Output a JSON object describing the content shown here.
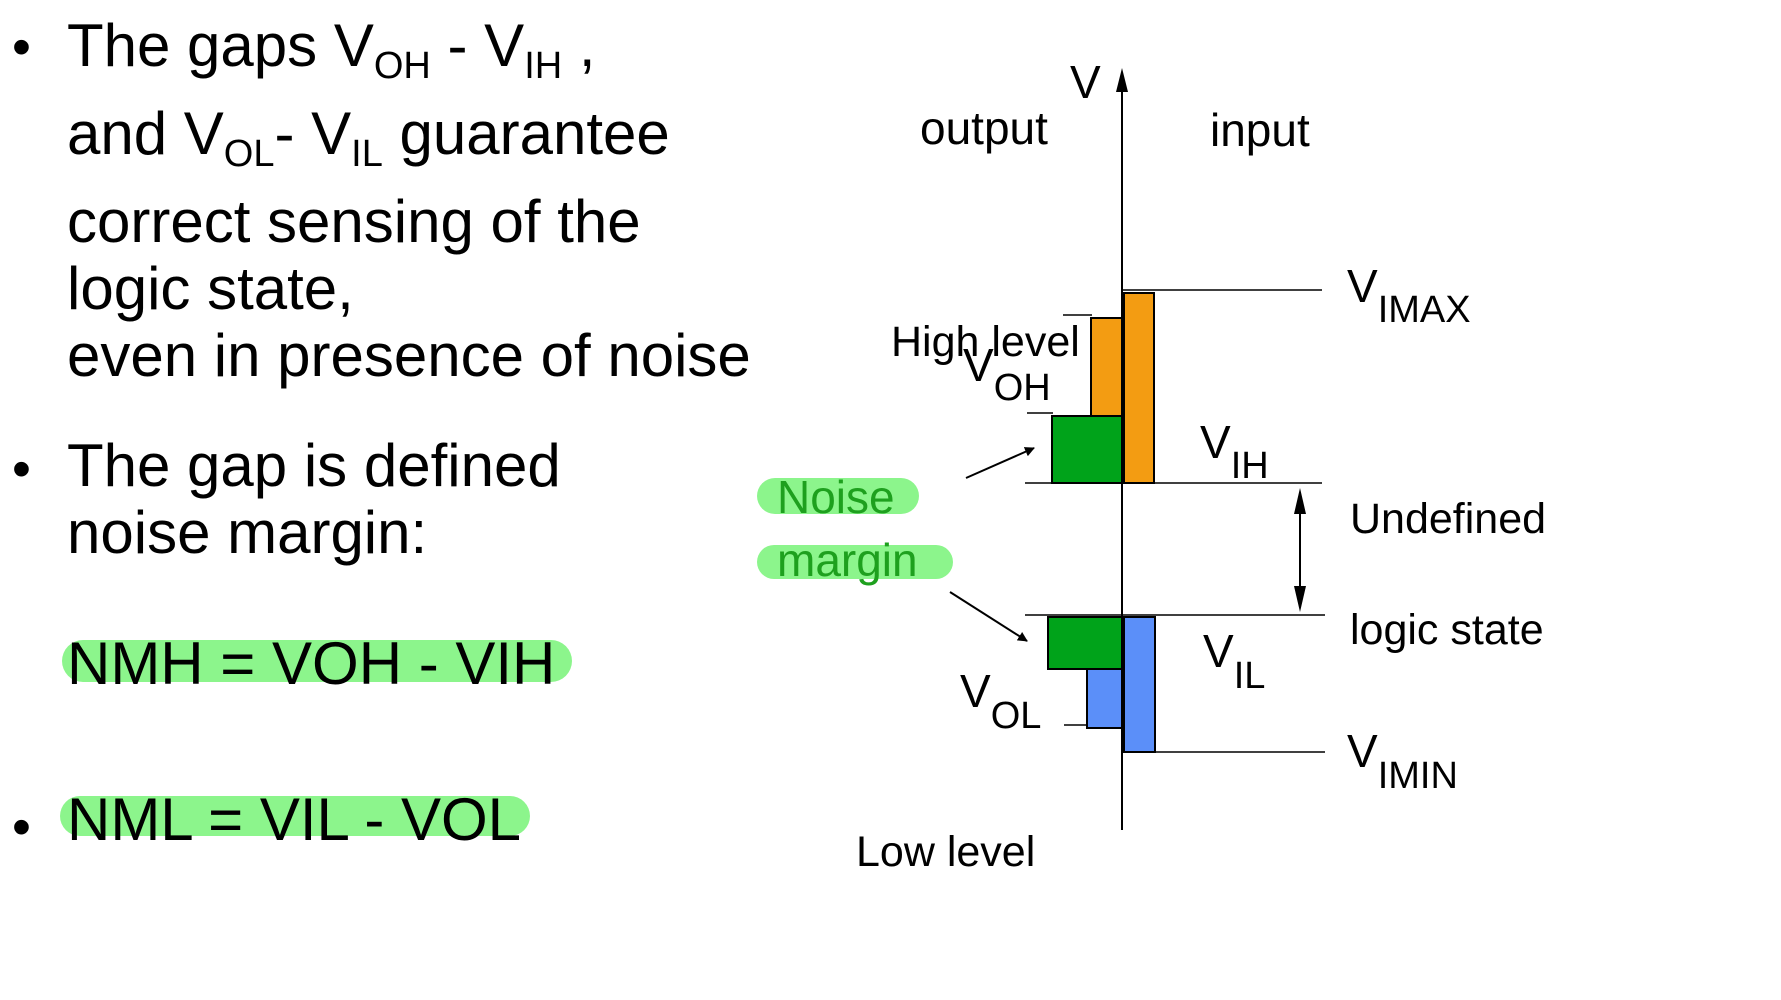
{
  "colors": {
    "high_fill": "#f39c12",
    "low_fill": "#5b8ff9",
    "margin_fill": "#00a31a",
    "highlight": "#8cf58c",
    "noise_text": "#1ea01e"
  },
  "text": {
    "bullet": "•",
    "p1": {
      "l1_a": "The gaps V",
      "l1_sub1": "OH",
      "l1_b": " - V",
      "l1_sub2": "IH",
      "l1_c": " ,",
      "l2_a": "and V",
      "l2_sub1": "OL",
      "l2_b": "- V",
      "l2_sub2": "IL",
      "l2_c": " guarantee",
      "l3": "correct sensing of the",
      "l4": "logic state,",
      "l5": "even in presence of noise"
    },
    "p2": {
      "l1": "The gap is defined",
      "l2": "noise margin:"
    },
    "nmh": "NMH = VOH - VIH",
    "nml": "NML = VIL - VOL"
  },
  "diagram": {
    "v_axis": "V",
    "output": "output",
    "input": "input",
    "high_level": "High level",
    "low_level": "Low level",
    "voh": {
      "main": "V",
      "sub": "OH"
    },
    "vol": {
      "main": "V",
      "sub": "OL"
    },
    "vih": {
      "main": "V",
      "sub": "IH"
    },
    "vil": {
      "main": "V",
      "sub": "IL"
    },
    "vimax": {
      "main": "V",
      "sub": "IMAX"
    },
    "vimin": {
      "main": "V",
      "sub": "IMIN"
    },
    "undefined": "Undefined",
    "logic_state": "logic state",
    "noise": "Noise",
    "margin": "margin"
  }
}
